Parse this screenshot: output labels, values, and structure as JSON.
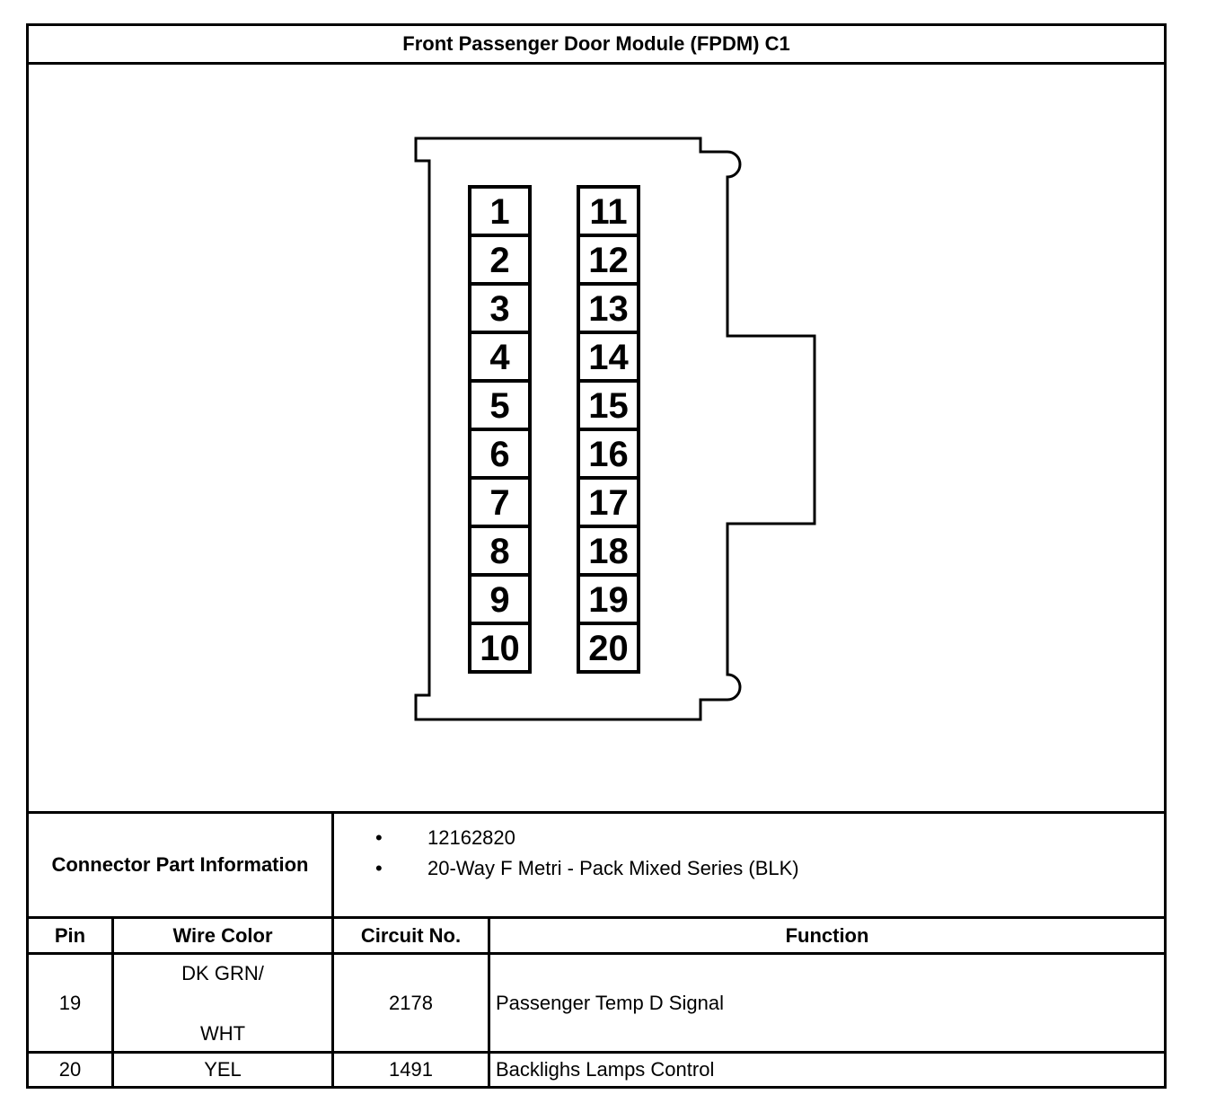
{
  "title": "Front Passenger Door Module (FPDM) C1",
  "connector": {
    "left_column_pins": [
      "1",
      "2",
      "3",
      "4",
      "5",
      "6",
      "7",
      "8",
      "9",
      "10"
    ],
    "right_column_pins": [
      "11",
      "12",
      "13",
      "14",
      "15",
      "16",
      "17",
      "18",
      "19",
      "20"
    ]
  },
  "part_info": {
    "label": "Connector Part Information",
    "bullet": "•",
    "items": [
      "12162820",
      "20-Way F Metri - Pack Mixed Series (BLK)"
    ]
  },
  "table": {
    "headers": {
      "pin": "Pin",
      "wire_color": "Wire Color",
      "circuit": "Circuit No.",
      "function": "Function"
    },
    "rows": [
      {
        "pin": "19",
        "wire_color_line1": "DK GRN/",
        "wire_color_line2": "WHT",
        "circuit": "2178",
        "function": "Passenger Temp D Signal"
      },
      {
        "pin": "20",
        "wire_color_line1": "YEL",
        "circuit": "1491",
        "function": "Backlighs Lamps Control"
      }
    ]
  }
}
